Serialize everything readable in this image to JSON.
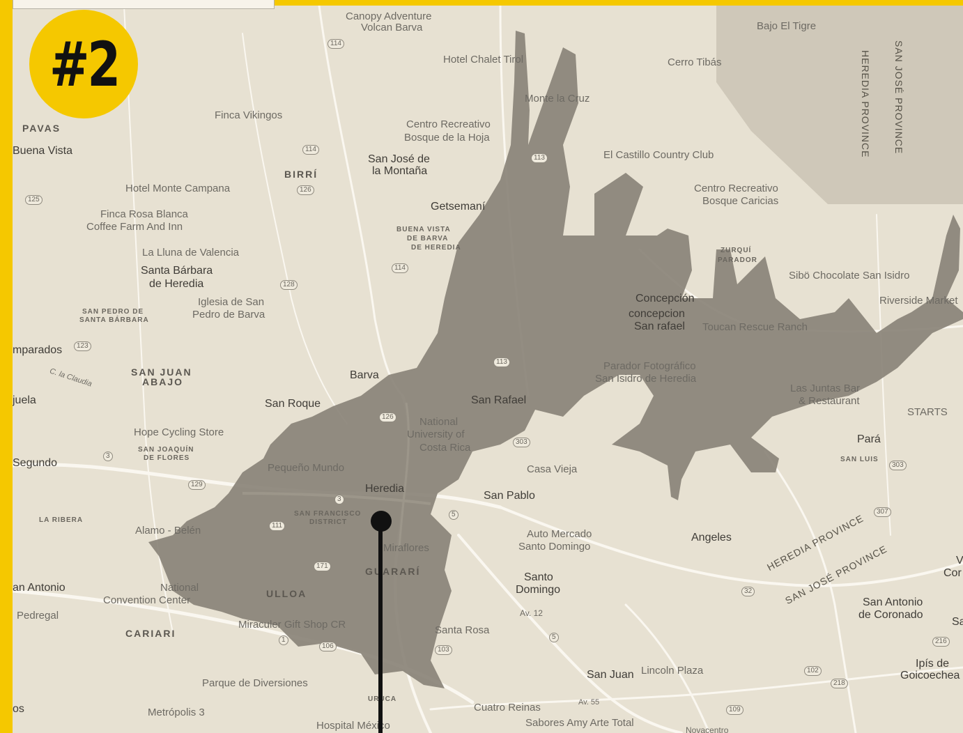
{
  "badge": {
    "label": "#2"
  },
  "colors": {
    "frame": "#f5c800",
    "map_bg": "#e7e1d2",
    "zone_fill": "#8a8378",
    "marker": "#111111"
  },
  "places": [
    {
      "text": "Canopy Adventure",
      "cls": "poi"
    },
    {
      "text": "Volcan Barva",
      "cls": "poi"
    },
    {
      "text": "Hotel Chalet Tirol",
      "cls": "poi"
    },
    {
      "text": "Bajo El Tigre",
      "cls": "poi"
    },
    {
      "text": "Cerro Tibás",
      "cls": "poi"
    },
    {
      "text": "Monte la Cruz",
      "cls": "poi"
    },
    {
      "text": "Finca Vikingos",
      "cls": "poi"
    },
    {
      "text": "Centro Recreativo",
      "cls": "poi"
    },
    {
      "text": "Bosque de la Hoja",
      "cls": "poi"
    },
    {
      "text": "PAVAS",
      "cls": "dist"
    },
    {
      "text": "Buena Vista",
      "cls": "town"
    },
    {
      "text": "San José de",
      "cls": "town"
    },
    {
      "text": "la Montaña",
      "cls": "town"
    },
    {
      "text": "El Castillo Country Club",
      "cls": "poi"
    },
    {
      "text": "BIRRÍ",
      "cls": "dist"
    },
    {
      "text": "Hotel Monte Campana",
      "cls": "poi"
    },
    {
      "text": "Centro Recreativo",
      "cls": "poi"
    },
    {
      "text": "Bosque Caricias",
      "cls": "poi"
    },
    {
      "text": "Getsemaní",
      "cls": "town"
    },
    {
      "text": "Finca Rosa Blanca",
      "cls": "poi"
    },
    {
      "text": "Coffee Farm And Inn",
      "cls": "poi"
    },
    {
      "text": "BUENA VISTA",
      "cls": "small"
    },
    {
      "text": "DE BARVA",
      "cls": "small"
    },
    {
      "text": "DE HEREDIA",
      "cls": "small"
    },
    {
      "text": "La Lluna de Valencia",
      "cls": "poi"
    },
    {
      "text": "Santa Bárbara",
      "cls": "town"
    },
    {
      "text": "de Heredia",
      "cls": "town"
    },
    {
      "text": "ZURQUÍ",
      "cls": "small"
    },
    {
      "text": "PARADOR",
      "cls": "small"
    },
    {
      "text": "Sibö Chocolate San Isidro",
      "cls": "poi"
    },
    {
      "text": "Iglesia de San",
      "cls": "poi"
    },
    {
      "text": "Pedro de Barva",
      "cls": "poi"
    },
    {
      "text": "Concepción",
      "cls": "town"
    },
    {
      "text": "concepcion",
      "cls": "town"
    },
    {
      "text": "San rafael",
      "cls": "town"
    },
    {
      "text": "Toucan Rescue Ranch",
      "cls": "poi"
    },
    {
      "text": "Riverside Market",
      "cls": "poi"
    },
    {
      "text": "SAN PEDRO DE",
      "cls": "small"
    },
    {
      "text": "SANTA BÁRBARA",
      "cls": "small"
    },
    {
      "text": "mparados",
      "cls": "town"
    },
    {
      "text": "Parador Fotográfico",
      "cls": "poi"
    },
    {
      "text": "San Isidro de Heredia",
      "cls": "poi"
    },
    {
      "text": "SAN JUAN",
      "cls": "dist"
    },
    {
      "text": "ABAJO",
      "cls": "dist"
    },
    {
      "text": "Barva",
      "cls": "town"
    },
    {
      "text": "C. la Claudia",
      "cls": "poi"
    },
    {
      "text": "juela",
      "cls": "town"
    },
    {
      "text": "San Roque",
      "cls": "town"
    },
    {
      "text": "San Rafael",
      "cls": "town"
    },
    {
      "text": "Las Juntas Bar",
      "cls": "poi"
    },
    {
      "text": "& Restaurant",
      "cls": "poi"
    },
    {
      "text": "STARTS",
      "cls": "poi"
    },
    {
      "text": "National",
      "cls": "poi"
    },
    {
      "text": "University of",
      "cls": "poi"
    },
    {
      "text": "Costa Rica",
      "cls": "poi"
    },
    {
      "text": "Hope Cycling Store",
      "cls": "poi"
    },
    {
      "text": "SAN JOAQUÍN",
      "cls": "small"
    },
    {
      "text": "DE FLORES",
      "cls": "small"
    },
    {
      "text": "Segundo",
      "cls": "town"
    },
    {
      "text": "Pará",
      "cls": "town"
    },
    {
      "text": "SAN LUIS",
      "cls": "small"
    },
    {
      "text": "Pequeño Mundo",
      "cls": "poi"
    },
    {
      "text": "Casa Vieja",
      "cls": "poi"
    },
    {
      "text": "Heredia",
      "cls": "town"
    },
    {
      "text": "San Pablo",
      "cls": "town"
    },
    {
      "text": "LA RIBERA",
      "cls": "small"
    },
    {
      "text": "SAN FRANCISCO",
      "cls": "small"
    },
    {
      "text": "DISTRICT",
      "cls": "small"
    },
    {
      "text": "Alamo - Belén",
      "cls": "poi"
    },
    {
      "text": "Auto Mercado",
      "cls": "poi"
    },
    {
      "text": "Santo Domingo",
      "cls": "poi"
    },
    {
      "text": "Miraflores",
      "cls": "poi"
    },
    {
      "text": "Angeles",
      "cls": "town"
    },
    {
      "text": "GUARARÍ",
      "cls": "dist"
    },
    {
      "text": "Santo",
      "cls": "town"
    },
    {
      "text": "Domingo",
      "cls": "town"
    },
    {
      "text": "an Antonio",
      "cls": "town"
    },
    {
      "text": "National",
      "cls": "poi"
    },
    {
      "text": "Convention Center",
      "cls": "poi"
    },
    {
      "text": "ULLOA",
      "cls": "dist"
    },
    {
      "text": "V",
      "cls": "town"
    },
    {
      "text": "Cor",
      "cls": "town"
    },
    {
      "text": "Pedregal",
      "cls": "poi"
    },
    {
      "text": "Av. 12",
      "cls": "poi"
    },
    {
      "text": "San Antonio",
      "cls": "town"
    },
    {
      "text": "de Coronado",
      "cls": "town"
    },
    {
      "text": "Miraculer Gift Shop CR",
      "cls": "poi"
    },
    {
      "text": "CARIARI",
      "cls": "dist"
    },
    {
      "text": "Santa Rosa",
      "cls": "poi"
    },
    {
      "text": "Sa",
      "cls": "town"
    },
    {
      "text": "Ipís de",
      "cls": "town"
    },
    {
      "text": "Goicoechea",
      "cls": "town"
    },
    {
      "text": "San Juan",
      "cls": "town"
    },
    {
      "text": "Lincoln Plaza",
      "cls": "poi"
    },
    {
      "text": "Parque de Diversiones",
      "cls": "poi"
    },
    {
      "text": "URUCA",
      "cls": "small"
    },
    {
      "text": "Av. 55",
      "cls": "poi"
    },
    {
      "text": "os",
      "cls": "town"
    },
    {
      "text": "Metrópolis 3",
      "cls": "poi"
    },
    {
      "text": "Cuatro Reinas",
      "cls": "poi"
    },
    {
      "text": "Hospital México",
      "cls": "poi"
    },
    {
      "text": "Sabores Amy Arte Total",
      "cls": "poi"
    },
    {
      "text": "Novacentro",
      "cls": "poi"
    }
  ],
  "rotated_labels": [
    {
      "text": "HEREDIA PROVINCE"
    },
    {
      "text": "SAN JOSÉ PROVINCE"
    },
    {
      "text": "HEREDIA PROVINCE"
    },
    {
      "text": "SAN JOSÉ PROVINCE"
    }
  ],
  "highways": [
    "114",
    "114",
    "113",
    "126",
    "125",
    "114",
    "128",
    "123",
    "113",
    "126",
    "303",
    "3",
    "129",
    "3",
    "111",
    "5",
    "171",
    "307",
    "32",
    "303",
    "216",
    "1",
    "106",
    "5",
    "103",
    "102",
    "218",
    "109"
  ]
}
